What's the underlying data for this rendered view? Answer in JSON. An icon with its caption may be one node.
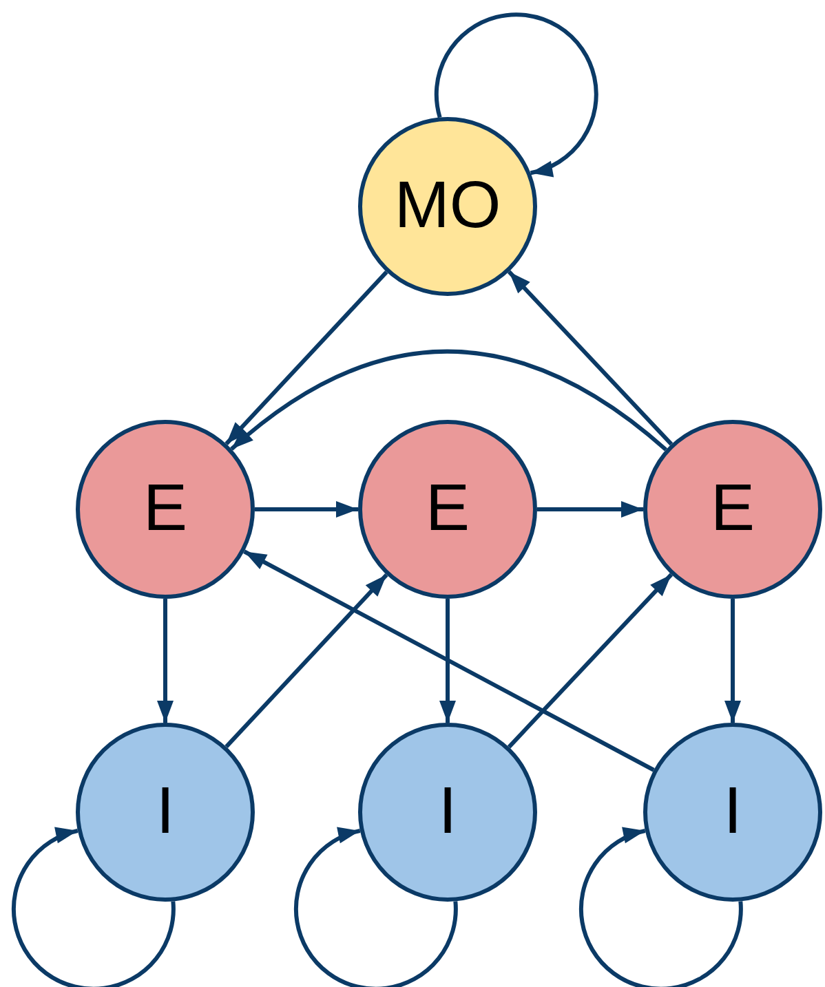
{
  "diagram": {
    "nodes": [
      {
        "text": [
          "MO"
        ]
      },
      {
        "text": [
          "E"
        ]
      },
      {
        "text": [
          "E"
        ]
      },
      {
        "text": [
          "E"
        ]
      },
      {
        "text": [
          "I"
        ]
      },
      {
        "text": [
          "I"
        ]
      },
      {
        "text": [
          "I"
        ]
      }
    ],
    "edges": [
      {
        "from": 0,
        "to": 0,
        "arrow": "to"
      },
      {
        "from": 0,
        "to": 1,
        "arrow": "to"
      },
      {
        "from": 3,
        "to": 0,
        "arrow": "to"
      },
      {
        "from": 3,
        "to": 1,
        "arrow": "to"
      },
      {
        "from": 1,
        "to": 2,
        "arrow": "to"
      },
      {
        "from": 2,
        "to": 3,
        "arrow": "to"
      },
      {
        "from": 1,
        "to": 4,
        "arrow": "to"
      },
      {
        "from": 2,
        "to": 5,
        "arrow": "to"
      },
      {
        "from": 3,
        "to": 6,
        "arrow": "to"
      },
      {
        "from": 4,
        "to": 2,
        "arrow": "to"
      },
      {
        "from": 5,
        "to": 3,
        "arrow": "to"
      },
      {
        "from": 6,
        "to": 1,
        "arrow": "to"
      },
      {
        "from": 4,
        "to": 4,
        "arrow": "to"
      },
      {
        "from": 5,
        "to": 5,
        "arrow": "to"
      },
      {
        "from": 6,
        "to": 6,
        "arrow": "to"
      }
    ]
  }
}
